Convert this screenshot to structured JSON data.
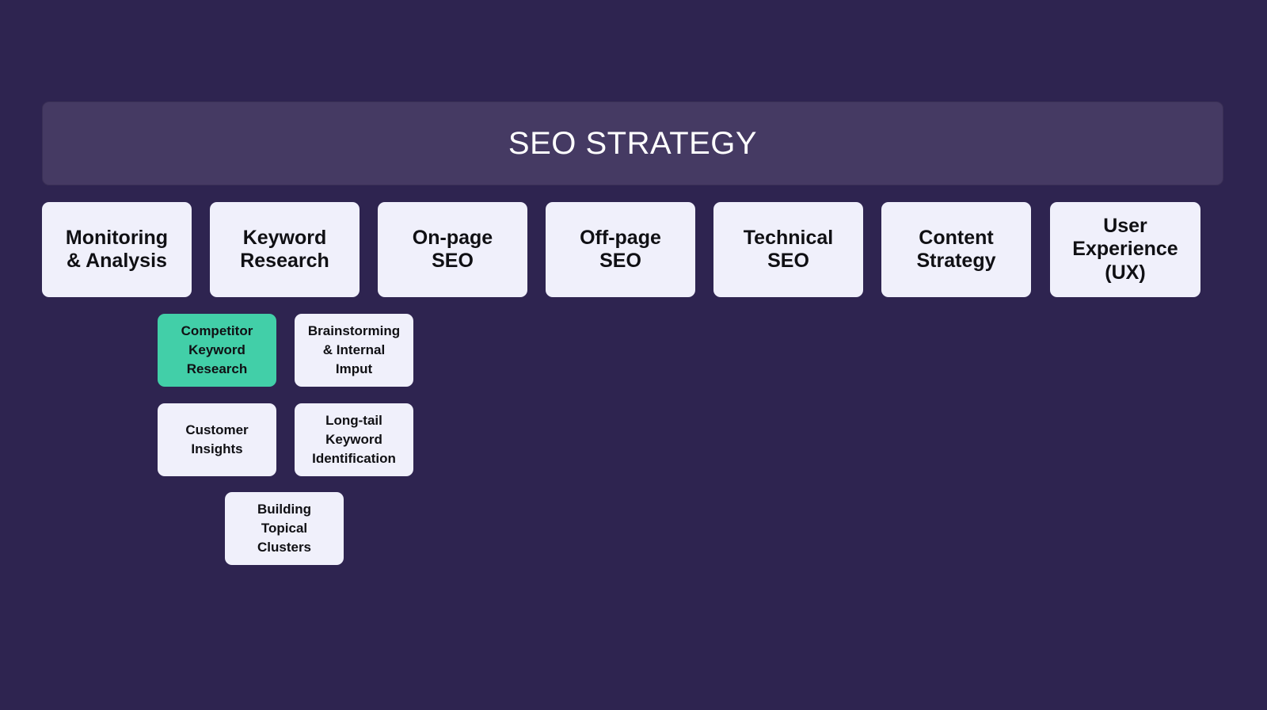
{
  "theme": {
    "background": "#2e2450",
    "banner_fill": "#453a63",
    "node_fill": "#f0f0fb",
    "node_text": "#101014",
    "highlight_fill": "#42cfa8",
    "title_text": "#ffffff"
  },
  "banner": {
    "title": "SEO STRATEGY"
  },
  "pillars": [
    {
      "id": "monitoring",
      "label": "Monitoring\n& Analysis"
    },
    {
      "id": "keyword",
      "label": "Keyword\nResearch"
    },
    {
      "id": "onpage",
      "label": "On-page\nSEO"
    },
    {
      "id": "offpage",
      "label": "Off-page\nSEO"
    },
    {
      "id": "technical",
      "label": "Technical\nSEO"
    },
    {
      "id": "content",
      "label": "Content\nStrategy"
    },
    {
      "id": "ux",
      "label": "User\nExperience\n(UX)"
    }
  ],
  "subnodes": [
    {
      "id": "competitor",
      "label": "Competitor\nKeyword\nResearch",
      "highlighted": true
    },
    {
      "id": "brainstorm",
      "label": "Brainstorming\n& Internal\nImput",
      "highlighted": false
    },
    {
      "id": "customer",
      "label": "Customer\nInsights",
      "highlighted": false
    },
    {
      "id": "longtail",
      "label": "Long-tail\nKeyword\nIdentification",
      "highlighted": false
    },
    {
      "id": "clusters",
      "label": "Building\nTopical\nClusters",
      "highlighted": false
    }
  ]
}
